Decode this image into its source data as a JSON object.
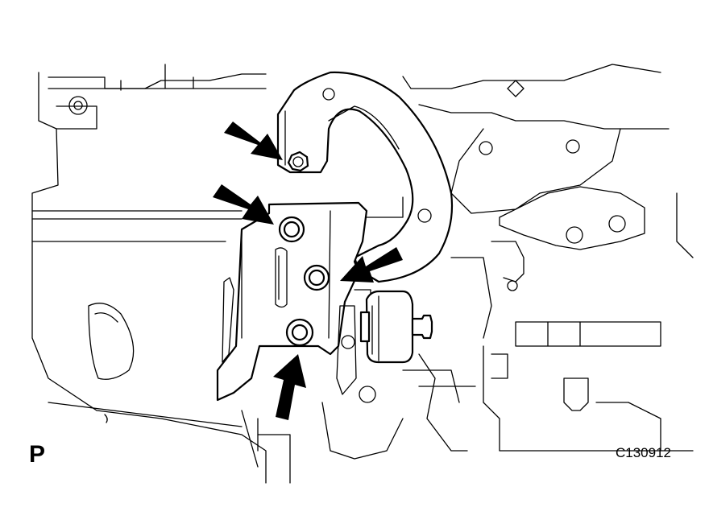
{
  "diagram": {
    "view_label": "P",
    "figure_code": "C130912",
    "arrows": [
      {
        "name": "arrow-upper-bolt"
      },
      {
        "name": "arrow-left-bolt"
      },
      {
        "name": "arrow-right-bolt"
      },
      {
        "name": "arrow-lower-bolt"
      }
    ],
    "line_color": "#000000",
    "background_color": "#ffffff"
  }
}
